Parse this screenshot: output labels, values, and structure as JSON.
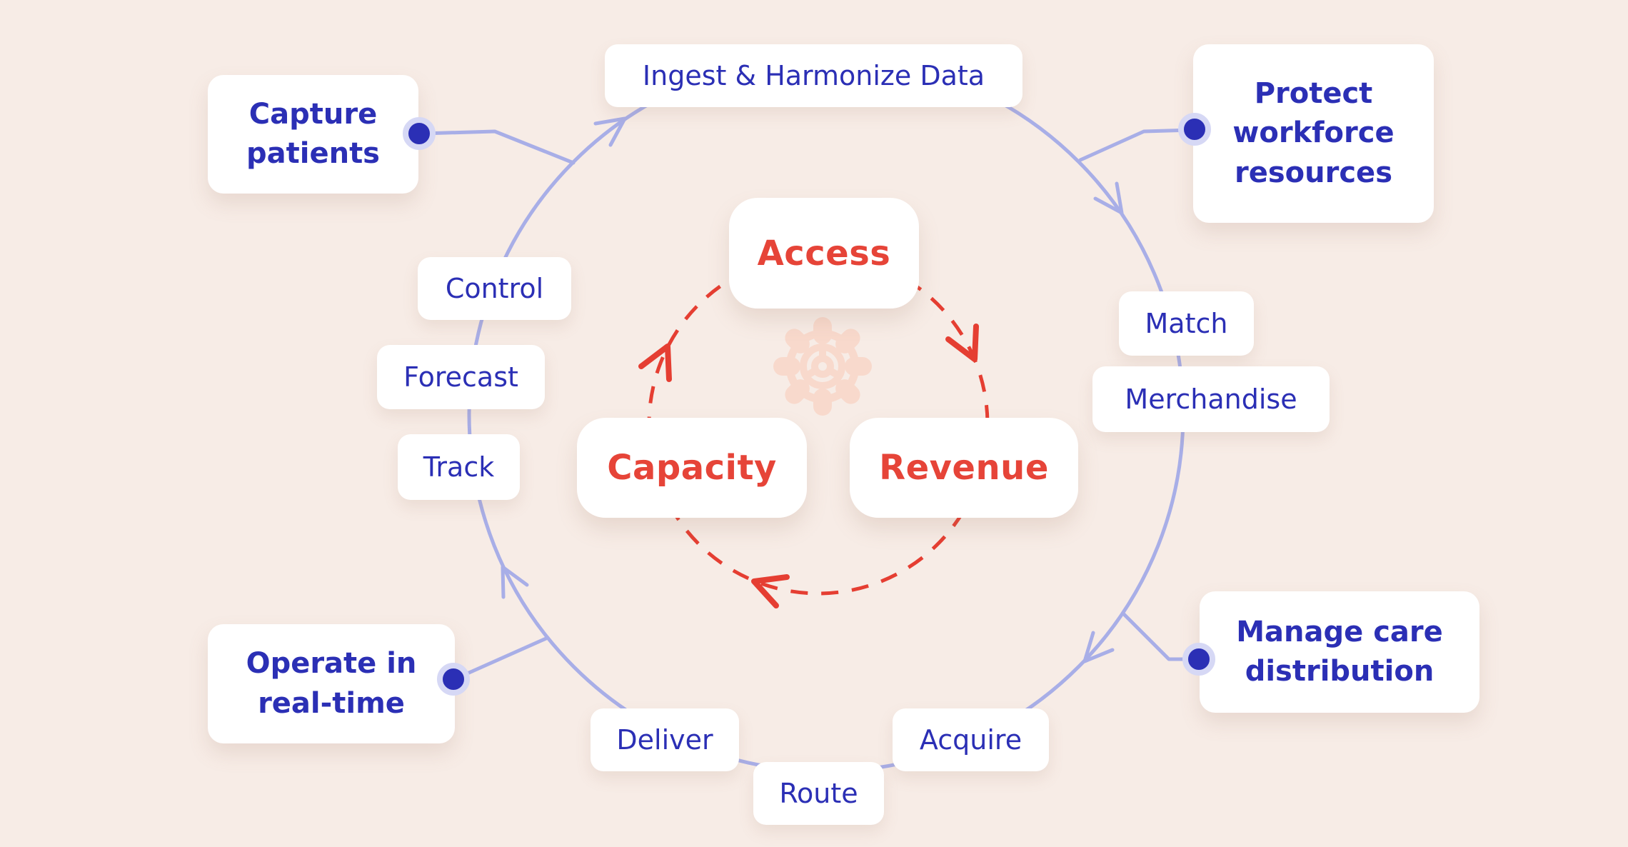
{
  "palette": {
    "background": "#f7ece6",
    "box_fill": "#ffffff",
    "blue_text": "#2b2fb5",
    "red_text": "#e64438",
    "ring_purple": "#a8aee7",
    "dashed_red": "#e53e32",
    "dot_blue": "#2b2fb5",
    "dot_ring": "#d6d8f5",
    "gear_pink": "#f8d9cc"
  },
  "outer_cycle": {
    "top_label": "Ingest & Harmonize Data",
    "stages": {
      "control": "Control",
      "forecast": "Forecast",
      "track": "Track",
      "match": "Match",
      "merchandise": "Merchandise",
      "deliver": "Deliver",
      "route": "Route",
      "acquire": "Acquire"
    }
  },
  "callouts": {
    "capture": "Capture\npatients",
    "protect": "Protect\nworkforce\nresources",
    "operate": "Operate in\nreal-time",
    "manage": "Manage care\ndistribution"
  },
  "inner_cycle": {
    "access": "Access",
    "capacity": "Capacity",
    "revenue": "Revenue"
  },
  "icons": {
    "center": "gear-icon"
  }
}
